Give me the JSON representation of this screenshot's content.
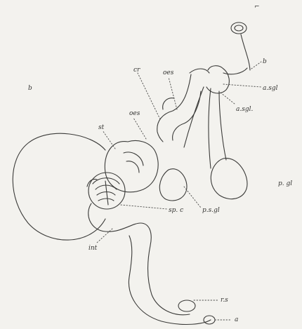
{
  "figure": {
    "labels": {
      "top_mark": "⌐",
      "b_top": "b",
      "b_left": "b",
      "cr": "cr",
      "oes_top": "oes",
      "oes_mid": "oes",
      "st": "st",
      "a_sgl_upper": "a.sgl",
      "a_sgl_lower": "a.sgl.",
      "psgl_right": "p. gl",
      "spc": "sp. c",
      "psgl_lower": "p.s.gl",
      "int": "int",
      "rs": "r.s",
      "a": "a"
    }
  }
}
